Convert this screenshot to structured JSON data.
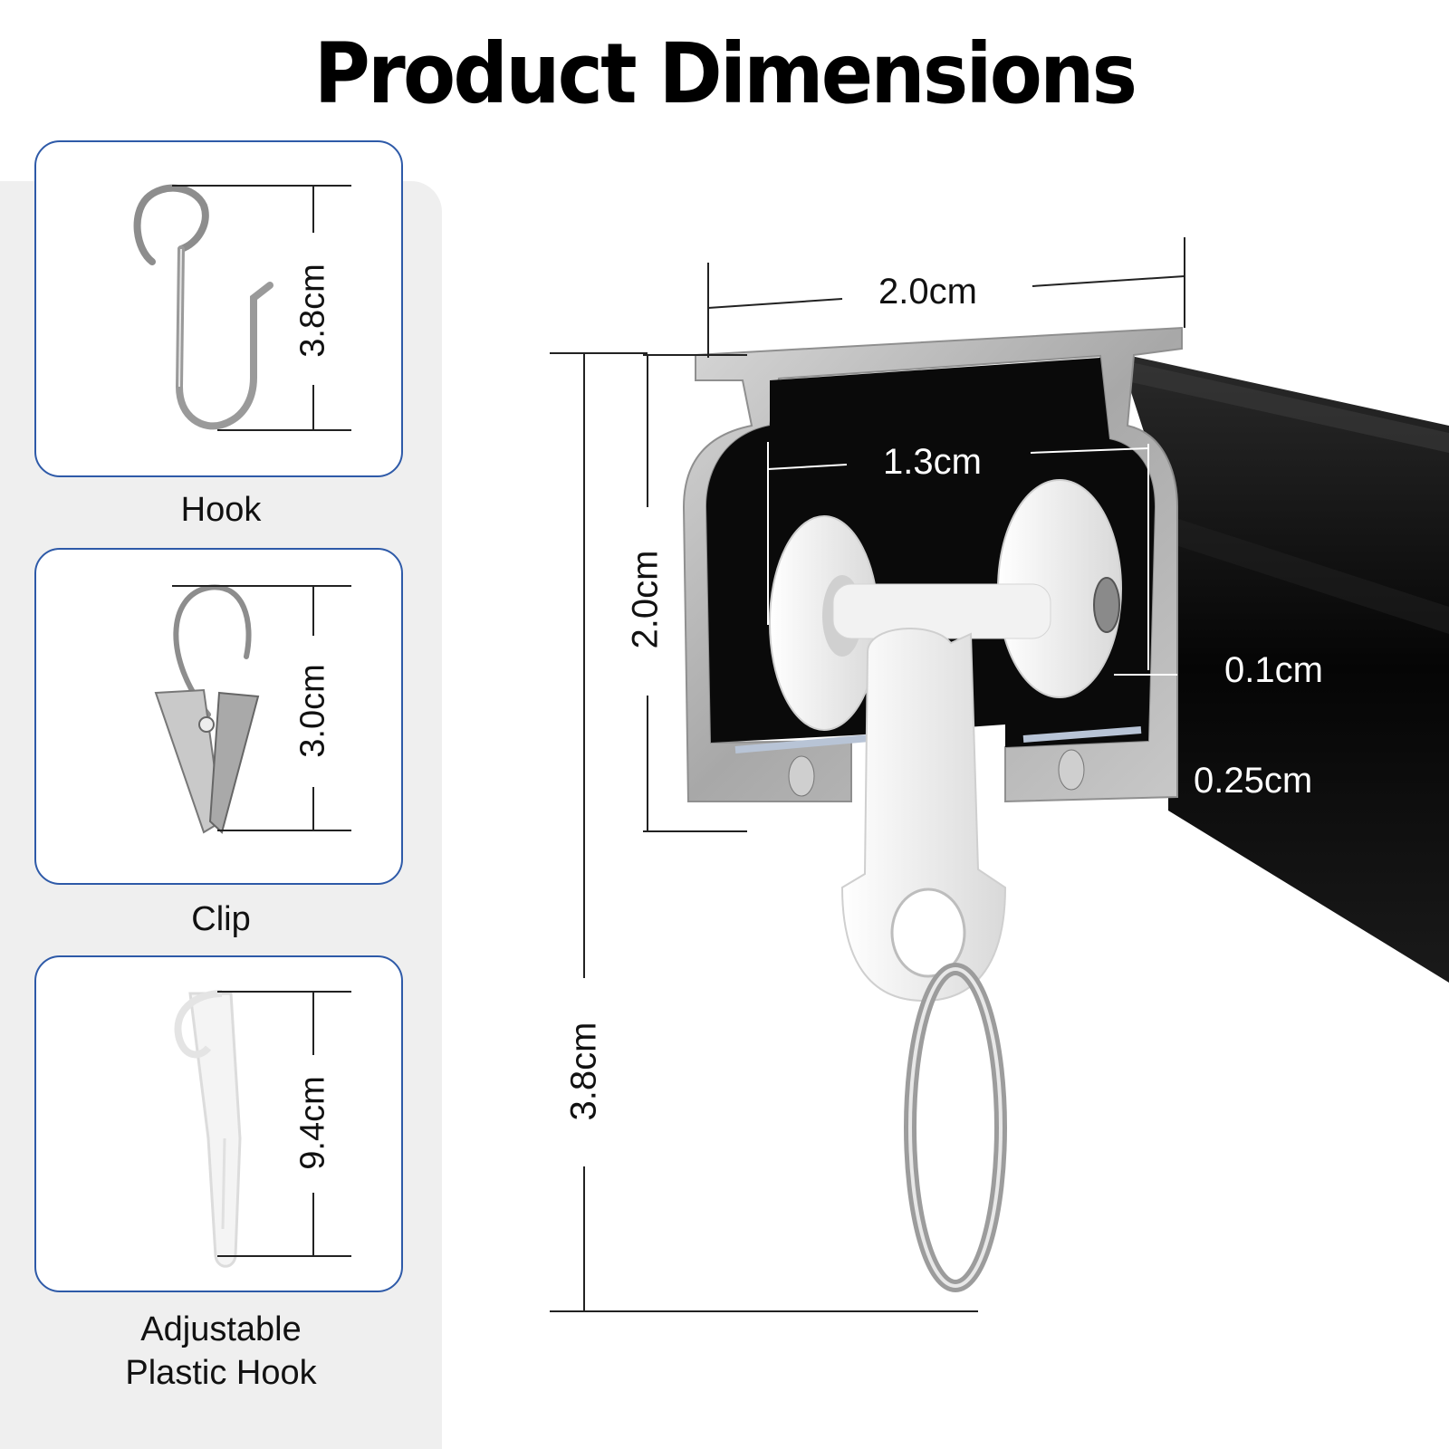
{
  "title": "Product Dimensions",
  "accessories": [
    {
      "name": "Hook",
      "dimension": "3.8cm",
      "icon": "s-hook-icon"
    },
    {
      "name": "Clip",
      "dimension": "3.0cm",
      "icon": "clip-hook-icon"
    },
    {
      "name": "Adjustable Plastic Hook",
      "name_line1": "Adjustable",
      "name_line2": "Plastic Hook",
      "dimension": "9.4cm",
      "icon": "plastic-hook-icon"
    }
  ],
  "track": {
    "top_width": "2.0cm",
    "inner_width": "1.3cm",
    "height": "2.0cm",
    "total_height": "3.8cm",
    "wall_thickness": "0.1cm",
    "bottom_lip": "0.25cm"
  },
  "colors": {
    "card_border": "#2e5aa8",
    "panel_bg": "#efefef",
    "rail": "#0b0b0b",
    "aluminum": "#b9b9b9"
  }
}
